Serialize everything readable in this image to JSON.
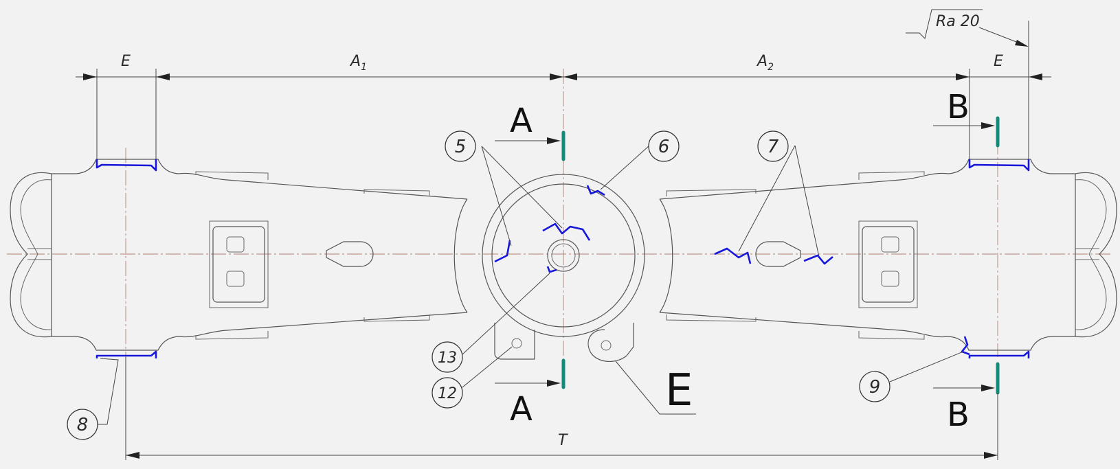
{
  "dimensions": {
    "e_left": "E",
    "a1_base": "A",
    "a1_sub": "1",
    "a2_base": "A",
    "a2_sub": "2",
    "e_right": "E",
    "t": "T"
  },
  "surface_finish": "Ra 20",
  "section_labels": {
    "a_top": "A",
    "a_bottom": "A",
    "b_top": "B",
    "b_bottom": "B",
    "view_e": "E"
  },
  "callouts": {
    "c5": "5",
    "c6": "6",
    "c7": "7",
    "c8": "8",
    "c9": "9",
    "c12": "12",
    "c13": "13"
  },
  "colors": {
    "background": "#f2f2f2",
    "outline": "#555555",
    "weld": "#1717d9",
    "section_mark": "#138a7a",
    "center_line": "#b08070"
  }
}
